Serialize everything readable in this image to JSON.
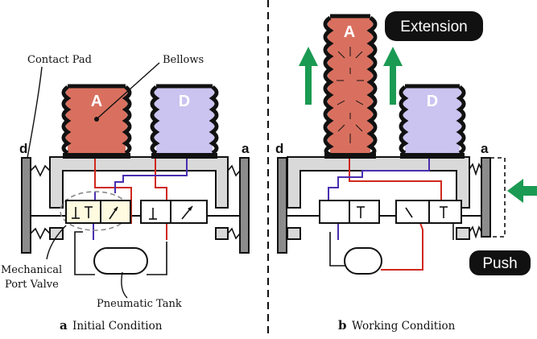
{
  "labels": {
    "contact_pad": "Contact Pad",
    "bellows": "Bellows",
    "mechanical_port_valve_line1": "Mechanical",
    "mechanical_port_valve_line2": "Port Valve",
    "pneumatic_tank": "Pneumatic Tank",
    "left_d": "d",
    "left_a": "a",
    "right_d": "d",
    "right_a": "a",
    "bellows_a_left": "A",
    "bellows_d_left": "D",
    "bellows_a_right": "A",
    "bellows_d_right": "D",
    "extension": "Extension",
    "push": "Push"
  },
  "captions": {
    "left_letter": "a",
    "left_text": "Initial Condition",
    "right_letter": "b",
    "right_text": "Working Condition"
  },
  "colors": {
    "bellows_a": "#d9705f",
    "bellows_d": "#cbc3f0",
    "red_line": "#d0281c",
    "blue_line": "#4a2eb0",
    "green_arrow": "#1a9a52",
    "badge_bg": "#111111"
  }
}
